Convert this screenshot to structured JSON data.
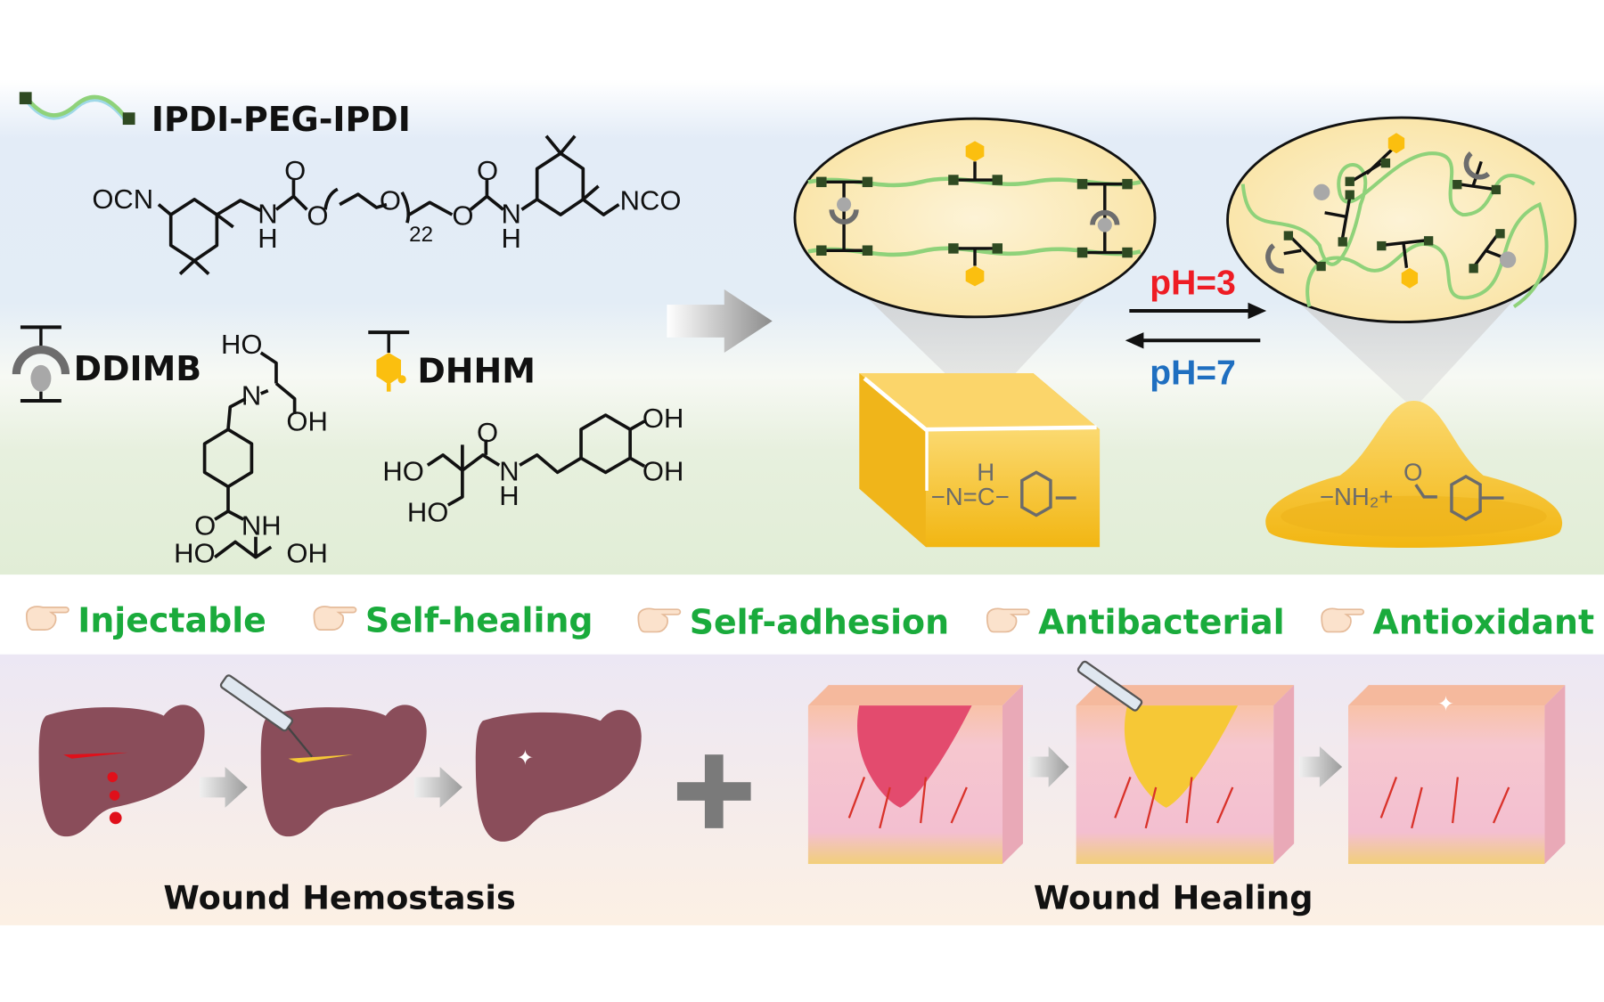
{
  "colors": {
    "feature_text": "#1aab3c",
    "ph_acid": "#ee1c24",
    "ph_neutral": "#1f6fc0",
    "gel_yellow": "#f6c836",
    "chain_green": "#8fd27a",
    "node_dark_green": "#2f4a22",
    "liver": "#8a4d5a",
    "skin_pink": "#f4b8c0"
  },
  "legend": {
    "polymer_label": "IPDI-PEG-IPDI",
    "crosslinker1_label": "DDIMB",
    "crosslinker2_label": "DHHM"
  },
  "polymer_structure": {
    "left_end": "OCN",
    "n1": "N",
    "h1": "H",
    "o_carbonyl1": "O",
    "o_ester1": "O",
    "o_peg": "O",
    "repeat": "22",
    "o_ester2": "O",
    "o_carbonyl2": "O",
    "n2": "N",
    "h2": "H",
    "right_end": "NCO"
  },
  "ddimb_structure": {
    "ho_top": "HO",
    "n_imine": "N",
    "oh_right": "OH",
    "o_amide": "O",
    "nh": "NH",
    "ho_bottom": "HO",
    "oh_bottom": "OH"
  },
  "dhhm_structure": {
    "o_amide": "O",
    "ho_upper": "HO",
    "n": "N",
    "h": "H",
    "ho_lower": "HO",
    "oh_top": "OH",
    "oh_bottom": "OH"
  },
  "transition": {
    "forward_label": "pH=3",
    "reverse_label": "pH=7"
  },
  "gel_state": {
    "bond_label_h": "H",
    "bond_label": "−N=C−"
  },
  "sol_state": {
    "amine_label": "−NH₂+",
    "aldehyde_o": "O"
  },
  "features": [
    {
      "label": "Injectable",
      "icon": "pointing-hand-icon"
    },
    {
      "label": "Self-healing",
      "icon": "pointing-hand-icon"
    },
    {
      "label": "Self-adhesion",
      "icon": "pointing-hand-icon"
    },
    {
      "label": "Antibacterial",
      "icon": "pointing-hand-icon"
    },
    {
      "label": "Antioxidant",
      "icon": "pointing-hand-icon"
    }
  ],
  "applications": {
    "left_caption": "Wound Hemostasis",
    "right_caption": "Wound Healing"
  }
}
